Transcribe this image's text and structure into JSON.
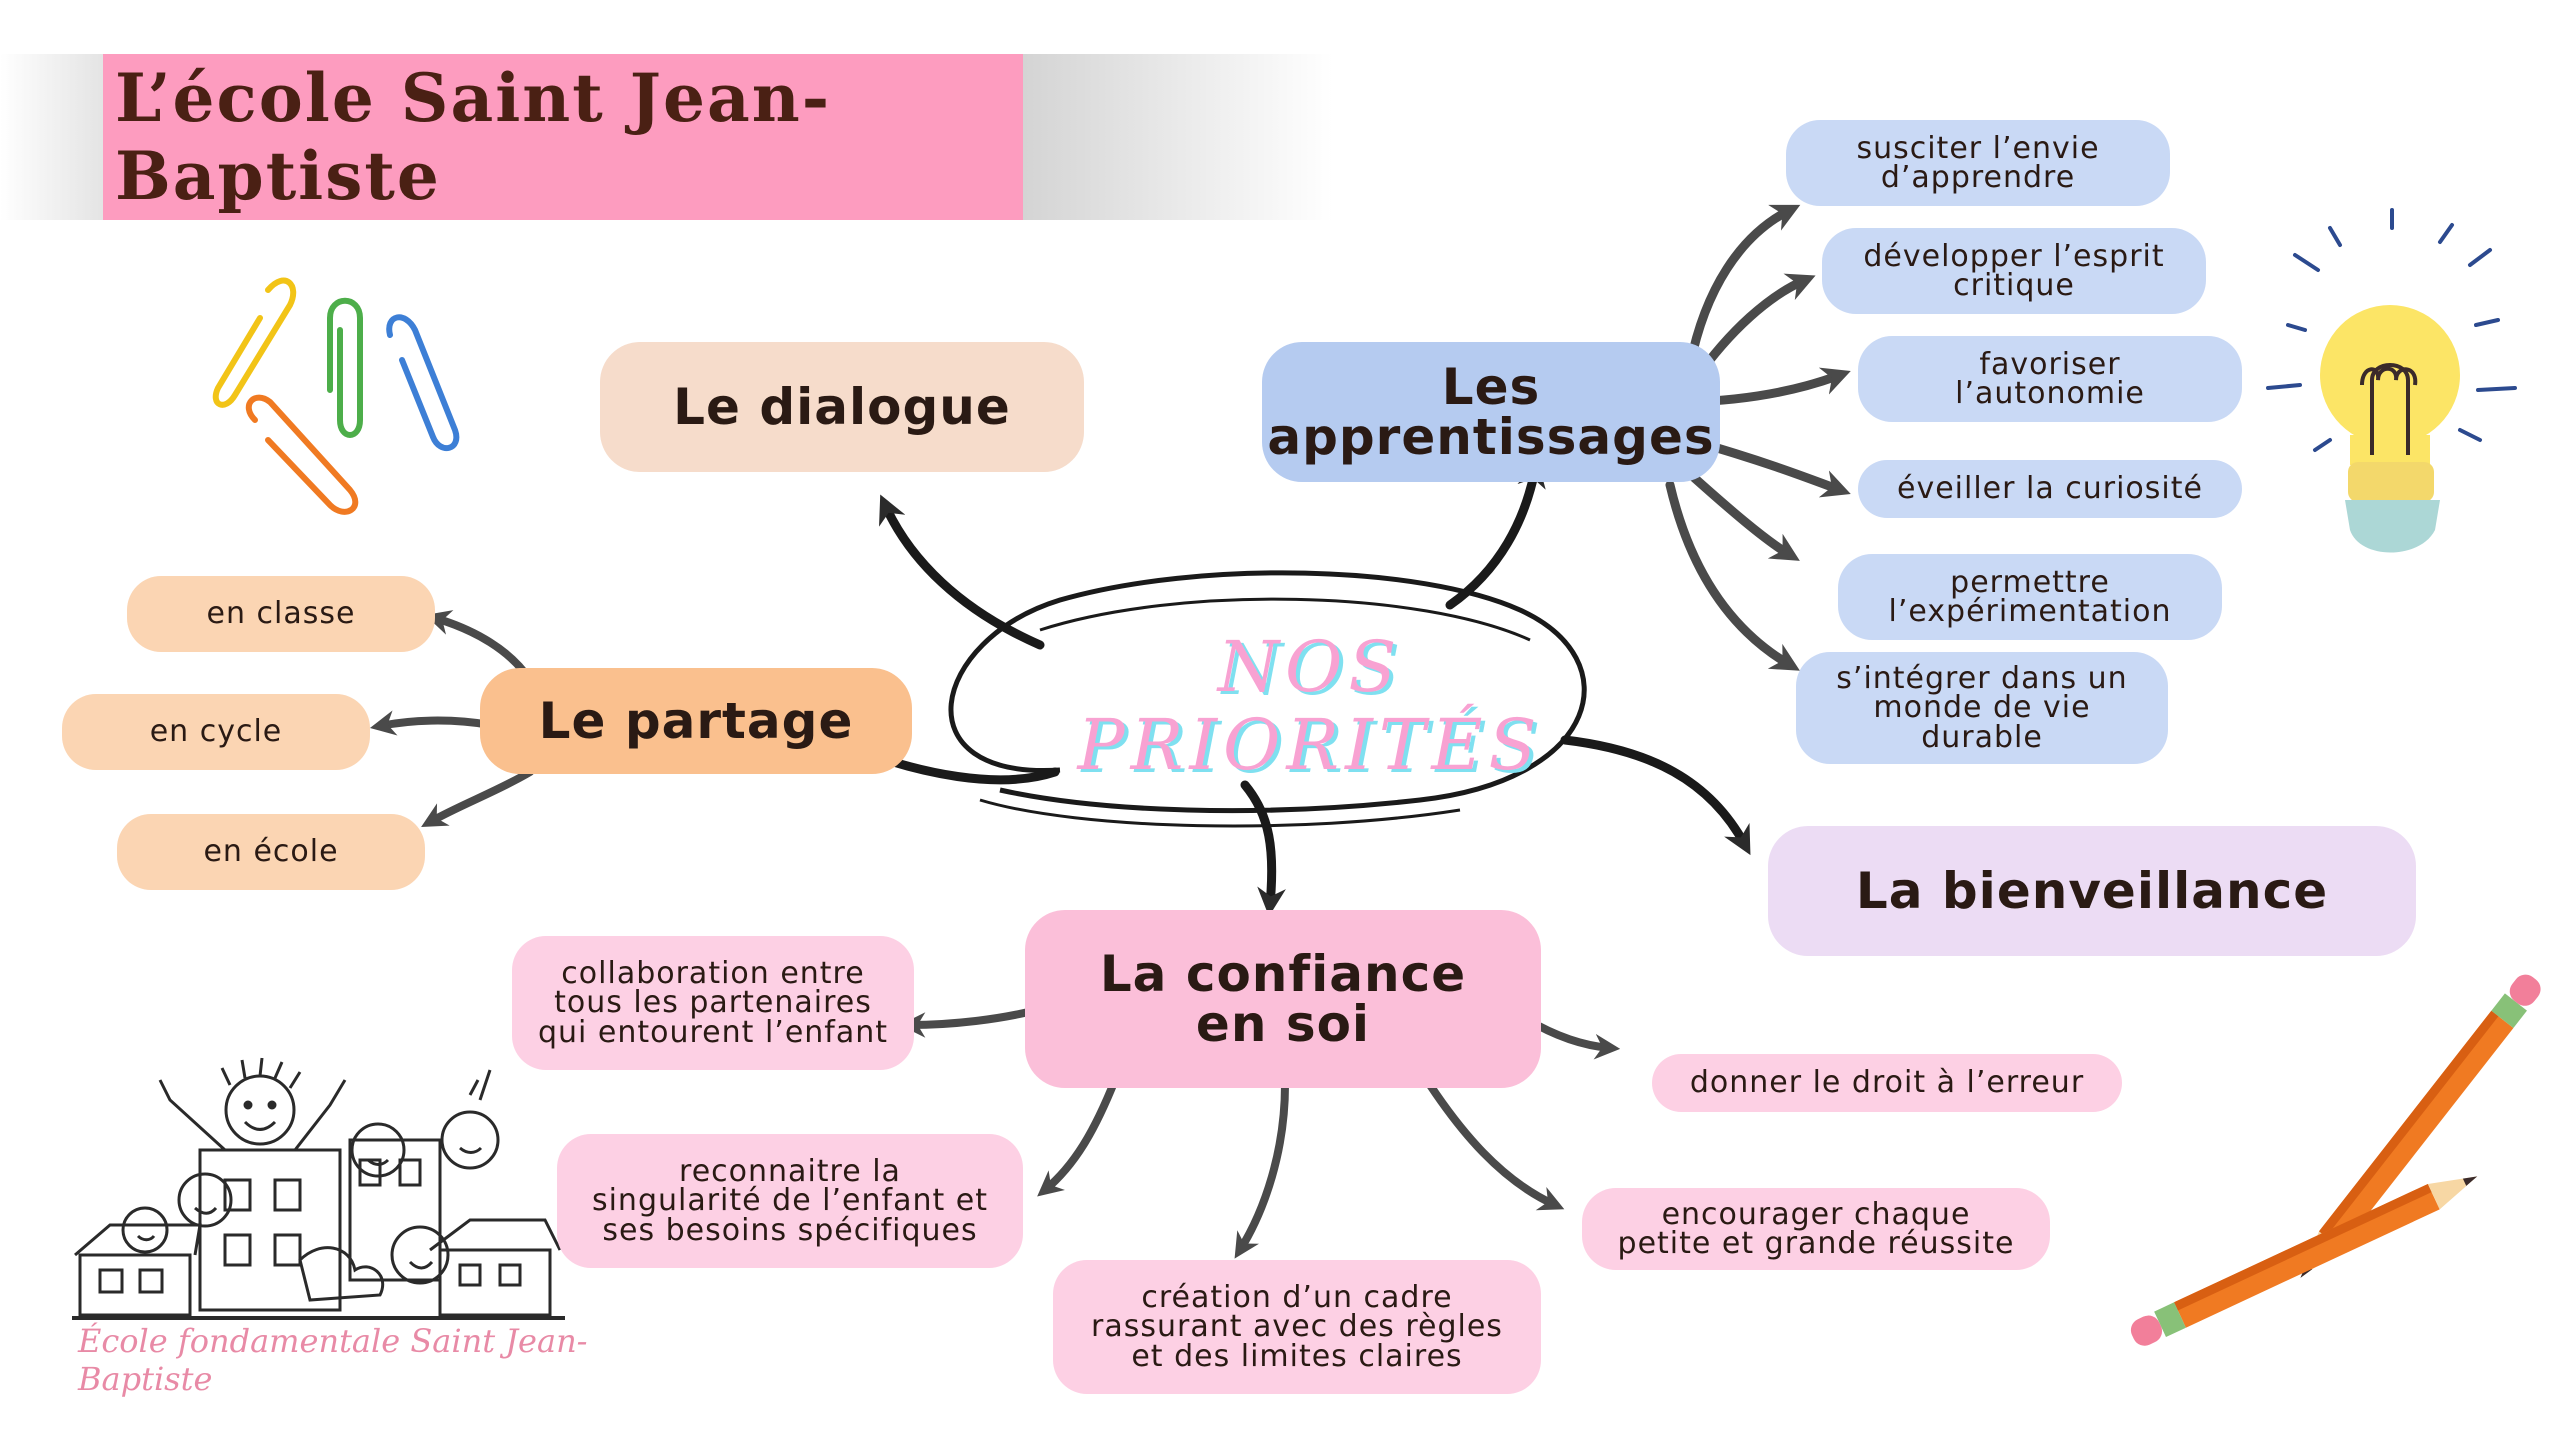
{
  "title": "L’école Saint Jean-Baptiste",
  "center": {
    "line1": "NOS",
    "line2": "PRIORITÉS"
  },
  "branches": {
    "dialogue": "Le dialogue",
    "apprentissages": "Les\napprentissages",
    "partage": "Le partage",
    "bienveillance": "La bienveillance",
    "confiance": "La confiance\nen soi"
  },
  "apprentissages_items": [
    "susciter l’envie\nd’apprendre",
    "développer l’esprit\ncritique",
    "favoriser\nl’autonomie",
    "éveiller la curiosité",
    "permettre\nl’expérimentation",
    "s’intégrer dans un\nmonde de vie\ndurable"
  ],
  "partage_items": [
    "en classe",
    "en cycle",
    "en école"
  ],
  "confiance_items": [
    "collaboration entre\ntous les partenaires\nqui entourent l’enfant",
    "reconnaitre la\nsingularité de l’enfant et\nses besoins spécifiques",
    "création d’un cadre\nrassurant avec des règles\net des limites claires",
    "encourager chaque\npetite et grande réussite",
    "donner le droit à l’erreur"
  ],
  "school_caption": "École fondamentale Saint Jean-Baptiste",
  "icons": [
    "paperclips-icon",
    "lightbulb-icon",
    "pencils-icon",
    "school-children-drawing-icon"
  ],
  "colors": {
    "title_banner": "#fd9cbf",
    "blue": "#c9d9f5",
    "peach": "#fbd5b3",
    "pink": "#fdd0e4",
    "beige": "#f6dccb",
    "lilac": "#ecdcf4",
    "arrow": "#2b2b2b"
  }
}
